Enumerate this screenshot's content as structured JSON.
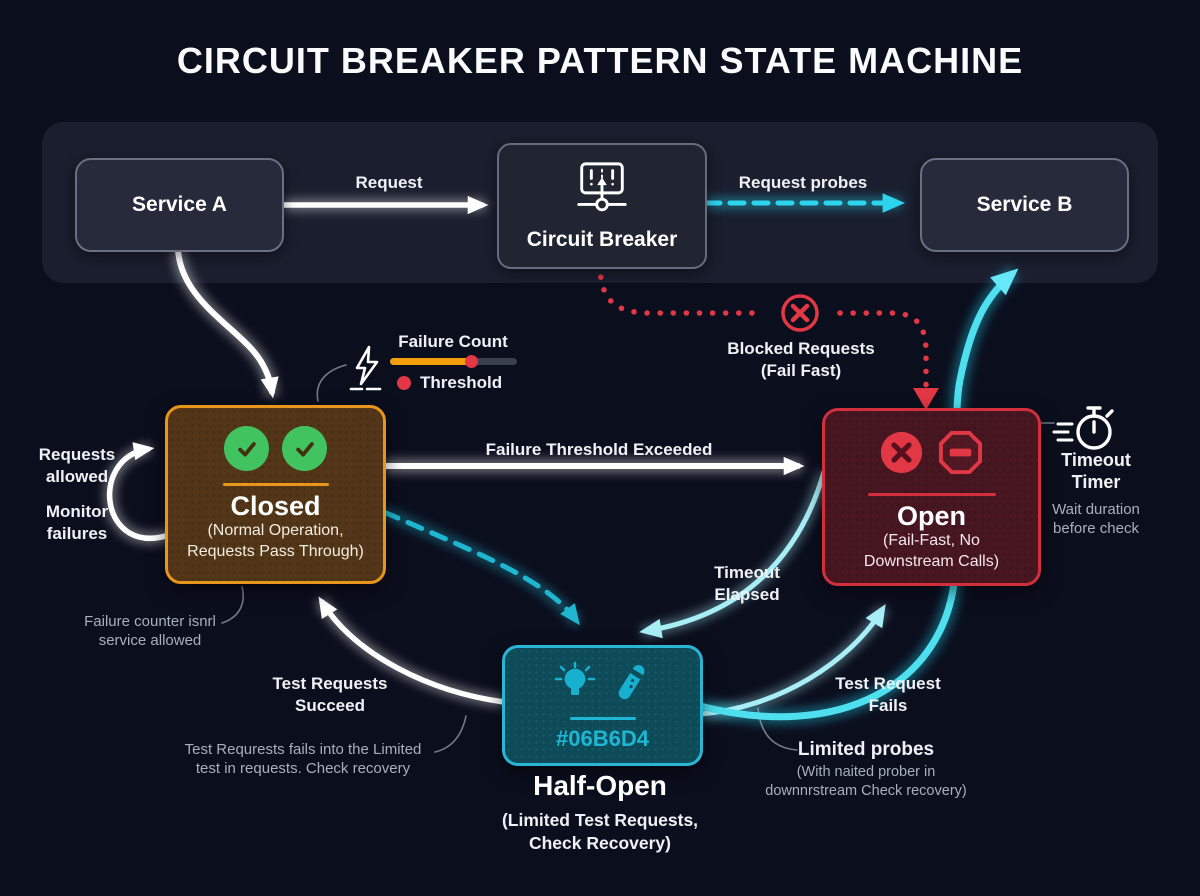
{
  "title": "CIRCUIT BREAKER PATTERN STATE MACHINE",
  "colors": {
    "background": "#0b0e1d",
    "band": "#1a1e2e",
    "closed_border": "#E8951C",
    "open_border": "#D02F3B",
    "half_open_border": "#29B6D4",
    "cyan": "#22D3EE",
    "pale_cyan": "#A8EEF7",
    "red": "#E23744",
    "orange_bar": "#F59E0B",
    "green": "#41C35F"
  },
  "top_flow": {
    "service_a": "Service A",
    "circuit_breaker": "Circuit Breaker",
    "service_b": "Service B",
    "request_label": "Request",
    "request_probes_label": "Request probes"
  },
  "blocked": {
    "line1": "Blocked Requests",
    "line2": "(Fail Fast)"
  },
  "failure_legend": {
    "count_label": "Failure Count",
    "threshold_label": "Threshold"
  },
  "states": {
    "closed": {
      "name": "Closed",
      "subtitle1": "(Normal Operation,",
      "subtitle2": "Requests Pass Through)"
    },
    "open": {
      "name": "Open",
      "subtitle1": "(Fail-Fast, No",
      "subtitle2": "Downstream Calls)"
    },
    "half_open": {
      "name": "Half-Open",
      "color_code": "#06B6D4",
      "subtitle1": "(Limited Test Requests,",
      "subtitle2": "Check Recovery)"
    }
  },
  "transitions": {
    "failure_threshold": "Failure Threshold Exceeded",
    "timeout_elapsed": [
      "Timeout",
      "Elapsed"
    ],
    "test_succeed": [
      "Test Requests",
      "Succeed"
    ],
    "test_fails": [
      "Test Request",
      "Fails"
    ]
  },
  "annotations": {
    "requests_allowed": [
      "Requests",
      "allowed"
    ],
    "monitor_failures": [
      "Monitor",
      "failures"
    ],
    "failure_counter_note": [
      "Failure counter isnrl",
      "service allowed"
    ],
    "test_requests_note": [
      "Test Requrests fails into the Limited",
      "test in requests. Check recovery"
    ],
    "limited_probes_title": "Limited probes",
    "limited_probes_note": [
      "(With naited prober in",
      "downnrstream Check recovery)"
    ],
    "timeout_timer_title": [
      "Timeout",
      "Timer"
    ],
    "timeout_timer_note": [
      "Wait duration",
      "before check"
    ]
  }
}
